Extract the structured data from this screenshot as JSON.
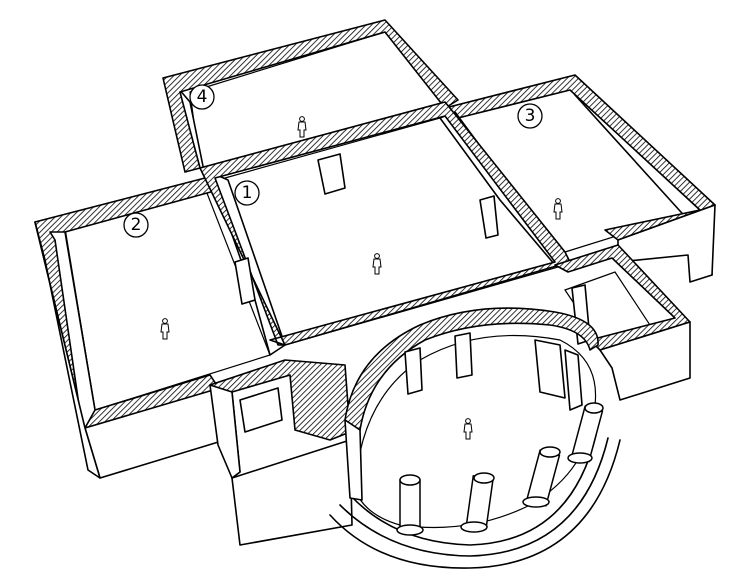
{
  "rooms": [
    {
      "id": "room-1",
      "label": "1"
    },
    {
      "id": "room-2",
      "label": "2"
    },
    {
      "id": "room-3",
      "label": "3"
    },
    {
      "id": "room-4",
      "label": "4"
    }
  ],
  "colors": {
    "line": "#000000",
    "background": "#ffffff"
  },
  "icons": {
    "person": "person-icon",
    "column": "column-icon"
  }
}
